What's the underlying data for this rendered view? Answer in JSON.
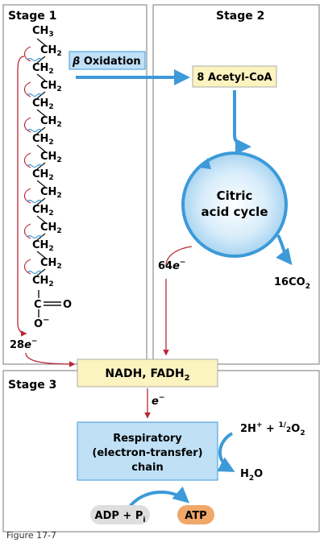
{
  "stages": {
    "stage1_title": "Stage 1",
    "stage2_title": "Stage 2",
    "stage3_title": "Stage 3"
  },
  "fatty_acid": {
    "top_group": "CH",
    "top_group_sub": "3",
    "chain_unit": "CH",
    "chain_unit_sub": "2",
    "carbonyl_c": "C",
    "carbonyl_o": "O",
    "oxyanion": "O",
    "oxyanion_charge": "−"
  },
  "labels": {
    "beta_oxidation_prefix": "β",
    "beta_oxidation_text": " Oxidation",
    "acetyl_coa": "8 Acetyl-CoA",
    "citric_line1": "Citric",
    "citric_line2": "acid cycle",
    "co2_main": "16CO",
    "co2_sub": "2",
    "electrons_64_num": "64",
    "electrons_64_e": "e",
    "electrons_64_sup": "−",
    "electrons_28_num": "28",
    "electrons_28_e": "e",
    "electrons_28_sup": "−",
    "nadh_main": "NADH, FADH",
    "nadh_sub": "2",
    "electron_e": "e",
    "electron_sup": "−",
    "resp_line1": "Respiratory",
    "resp_line2": "(electron-transfer)",
    "resp_line3": "chain",
    "h_main": "2H",
    "h_sup": "+",
    "plus": " + ",
    "half_num": "1",
    "half_den": "2",
    "o2_main": "O",
    "o2_sub": "2",
    "water_main": "H",
    "water_sub": "2",
    "water_o": "O",
    "adp": "ADP + P",
    "adp_sub": "i",
    "atp": "ATP",
    "figure_caption": "Figure 17-7"
  },
  "colors": {
    "arrow_blue": "#3d9ad9",
    "arrow_red": "#b8283a",
    "box_blue": "#bfe0f5",
    "box_yellow": "#fbf3c0",
    "atp_orange": "#f0a76a",
    "adp_gray": "#dedede",
    "frame_gray": "#777777",
    "squiggle_blue": "#3d9ad9"
  }
}
